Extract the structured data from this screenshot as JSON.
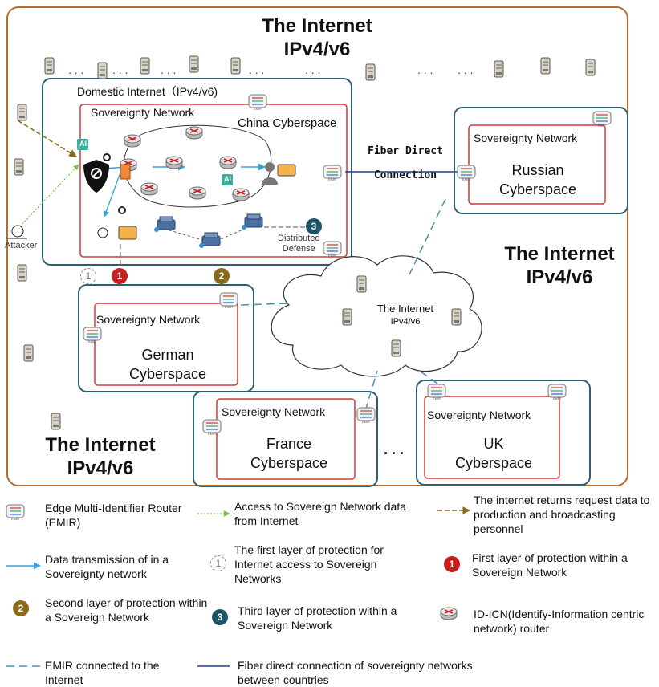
{
  "internet": {
    "top_title": "The Internet",
    "top_sub": "IPv4/v6",
    "right_title": "The Internet",
    "right_sub": "IPv4/v6",
    "bottom_title": "The Internet",
    "bottom_sub": "IPv4/v6",
    "cloud_title": "The Internet",
    "cloud_sub": "IPv4/v6"
  },
  "china": {
    "domestic_label": "Domestic Internet（IPv4/v6)",
    "sovereignty_label": "Sovereignty Network",
    "cyberspace_label": "China Cyberspace",
    "ai_label_1": "AI",
    "ai_label_2": "AI",
    "distributed_label_1": "Distributed",
    "distributed_label_2": "Defense",
    "attacker_label": "Attacker",
    "badge_1": "1",
    "badge_2": "2",
    "badge_3": "3",
    "dashed_badge": "1"
  },
  "fiber": {
    "line1": "Fiber Direct",
    "line2": "Connection"
  },
  "russia": {
    "sovereignty_label": "Sovereignty Network",
    "line1": "Russian",
    "line2": "Cyberspace"
  },
  "germany": {
    "sovereignty_label": "Sovereignty Network",
    "line1": "German",
    "line2": "Cyberspace"
  },
  "france": {
    "sovereignty_label": "Sovereignty Network",
    "line1": "France",
    "line2": "Cyberspace"
  },
  "uk": {
    "sovereignty_label": "Sovereignty Network",
    "line1": "UK",
    "line2": "Cyberspace"
  },
  "ellipsis": ". . .",
  "legend": {
    "emir": "Edge Multi-Identifier Router (EMIR)",
    "access": "Access to Sovereign Network data from Internet",
    "returns": "The internet returns request data to production and broadcasting personnel",
    "transmission": "Data transmission of in a Sovereignty network",
    "first_layer_internet": "The first layer of protection for Internet access to Sovereign Networks",
    "first_layer_within": "First layer of protection within a Sovereign Network",
    "second_layer": "Second layer of protection within a Sovereign Network",
    "third_layer": "Third layer of protection within a Sovereign Network",
    "id_icn": "ID-ICN(Identify-Information centric network) router",
    "emir_internet": "EMIR connected to the Internet",
    "fiber_direct": "Fiber direct connection of sovereignty networks between countries",
    "badge_1": "1",
    "badge_2": "2",
    "badge_3": "3",
    "dashed_badge": "1"
  },
  "colors": {
    "outer_border": "#b86a2a",
    "region_border": "#2c5f70",
    "sovereign_border": "#d23a3a",
    "fiber_line": "#2b3f8c",
    "dashed_line": "#4a8fb0",
    "transmission_arrow": "#3aa0d8",
    "access_arrow": "#7ac143",
    "return_arrow": "#8a6a1a"
  }
}
